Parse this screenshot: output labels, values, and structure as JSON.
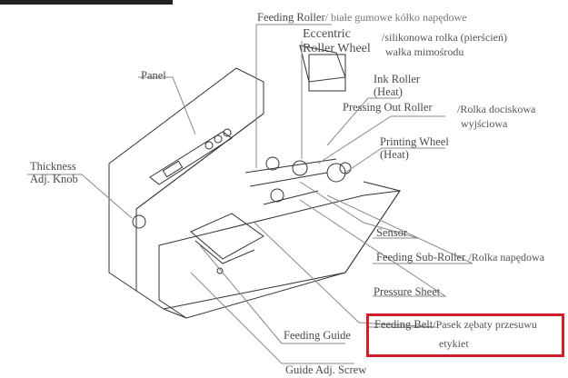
{
  "labels": {
    "feeding_roller": "Feeding Roller",
    "feeding_roller_pl": "/ białe gumowe kółko napędowe",
    "eccentric_1": "Eccentric",
    "eccentric_2": "Roller Wheel",
    "eccentric_pl_1": "/silikonowa rolka (pierścień)",
    "eccentric_pl_2": "wałka mimośrodu",
    "panel": "Panel",
    "ink_roller_1": "Ink Roller",
    "ink_roller_2": "(Heat)",
    "pressing_out": "Pressing  Out Roller",
    "pressing_out_pl_1": "/Rolka dociskowa",
    "pressing_out_pl_2": "wyjściowa",
    "printing_wheel_1": "Printing Wheel",
    "printing_wheel_2": "(Heat)",
    "thickness_1": "Thickness",
    "thickness_2": "Adj. Knob",
    "sensor": "Sensor",
    "feeding_sub_roller": "Feeding Sub-Roller",
    "feeding_sub_roller_pl": "/Rolka napędowa",
    "pressure_sheet": "Pressure Sheet",
    "feeding_belt": "Feeding Belt",
    "feeding_belt_pl_1": "/Pasek zębaty przesuwu",
    "feeding_belt_pl_2": "etykiet",
    "feeding_guide": "Feeding Guide",
    "guide_adj_screw": "Guide Adj. Screw"
  },
  "colors": {
    "highlight": "#d01f2a"
  }
}
